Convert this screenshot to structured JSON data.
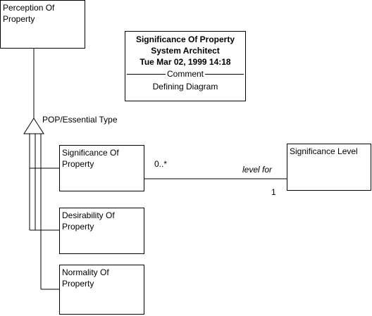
{
  "classes": {
    "perception_of_property": "Perception Of\nProperty",
    "significance_of_property": "Significance Of\nProperty",
    "desirability_of_property": "Desirability Of\nProperty",
    "normality_of_property": "Normality Of\nProperty",
    "significance_level": "Significance Level"
  },
  "generalization_label": "POP/Essential Type",
  "association": {
    "source_multiplicity": "0..*",
    "role_name": "level for",
    "target_multiplicity": "1"
  },
  "title_card": {
    "diagram_name": "Significance Of Property",
    "tool": "System Architect",
    "datetime": "Tue Mar 02, 1999  14:18",
    "section_label": "Comment",
    "comment": "Defining Diagram"
  }
}
